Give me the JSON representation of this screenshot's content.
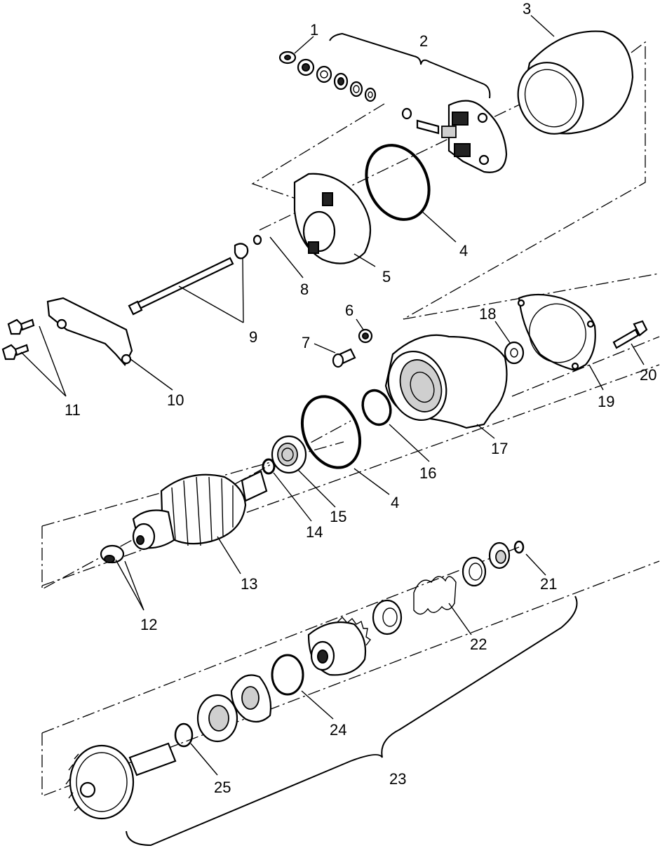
{
  "diagram": {
    "callouts": [
      "1",
      "2",
      "3",
      "4",
      "5",
      "6",
      "7",
      "8",
      "9",
      "10",
      "11",
      "12",
      "13",
      "14",
      "15",
      "16",
      "17",
      "18",
      "19",
      "20",
      "21",
      "22",
      "23",
      "24",
      "25"
    ],
    "callout_4b": "4"
  }
}
